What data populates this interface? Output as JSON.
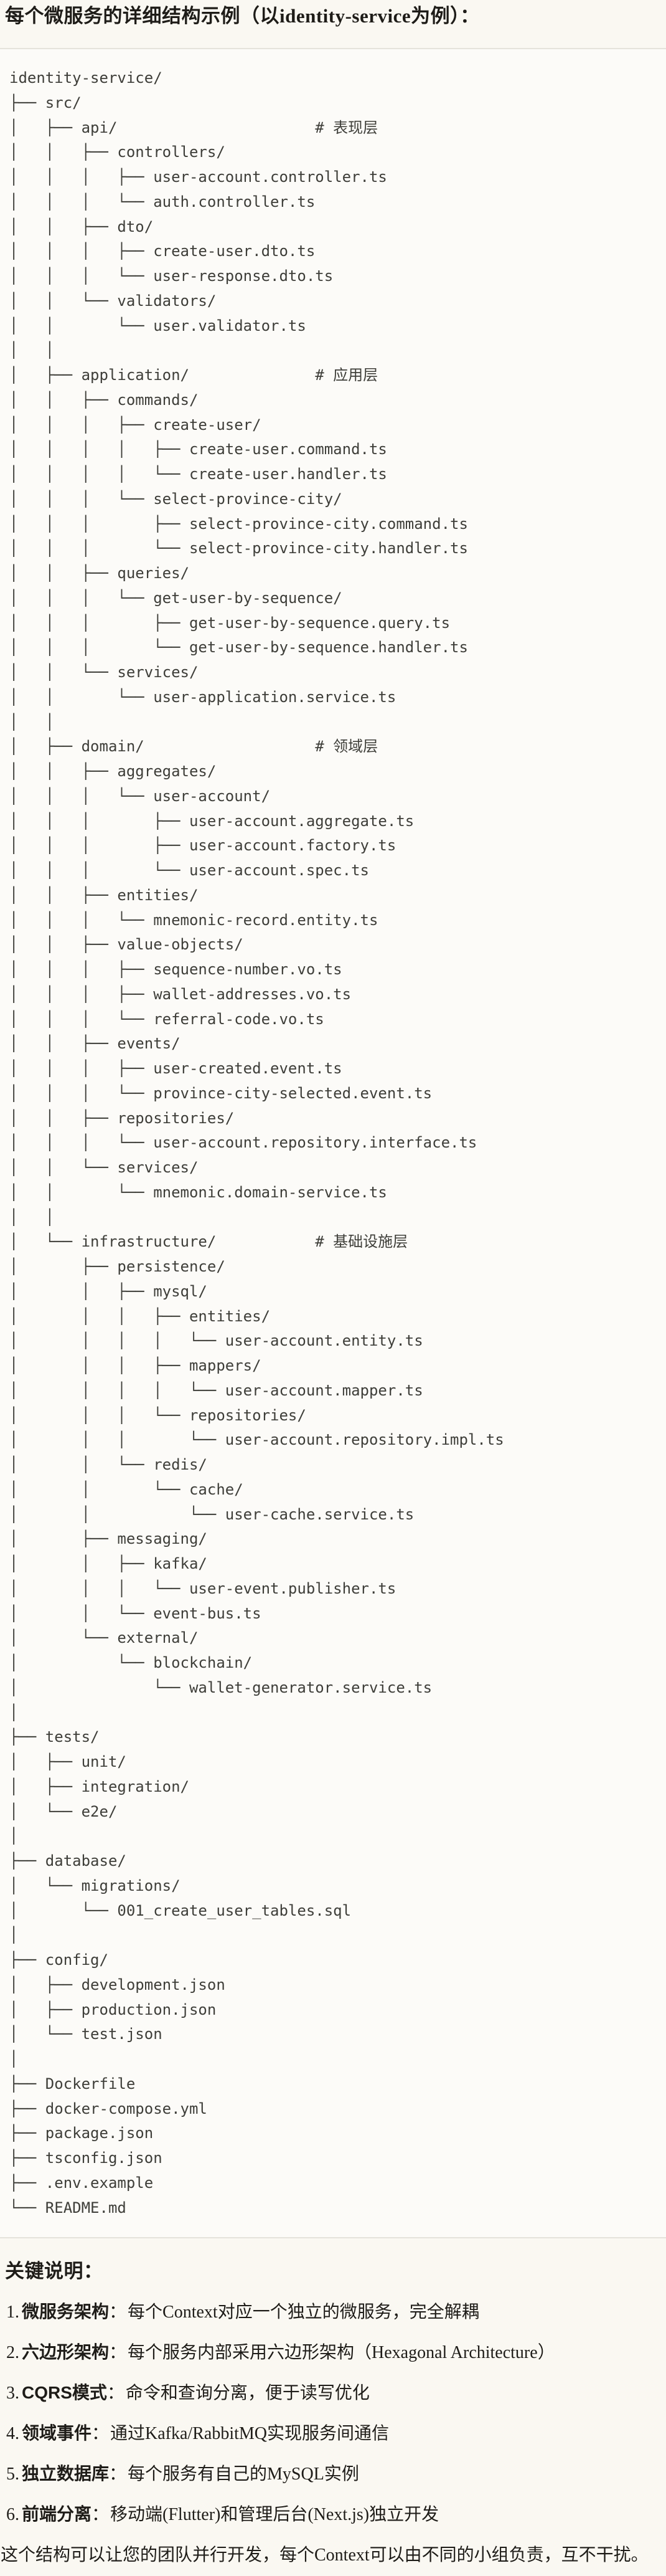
{
  "page": {
    "title": "每个微服务的详细结构示例（以identity-service为例）："
  },
  "code_block": {
    "language": "plaintext-directory-tree",
    "lines": [
      "identity-service/",
      "├── src/",
      "│   ├── api/                      # 表现层",
      "│   │   ├── controllers/",
      "│   │   │   ├── user-account.controller.ts",
      "│   │   │   └── auth.controller.ts",
      "│   │   ├── dto/",
      "│   │   │   ├── create-user.dto.ts",
      "│   │   │   └── user-response.dto.ts",
      "│   │   └── validators/",
      "│   │       └── user.validator.ts",
      "│   │",
      "│   ├── application/              # 应用层",
      "│   │   ├── commands/",
      "│   │   │   ├── create-user/",
      "│   │   │   │   ├── create-user.command.ts",
      "│   │   │   │   └── create-user.handler.ts",
      "│   │   │   └── select-province-city/",
      "│   │   │       ├── select-province-city.command.ts",
      "│   │   │       └── select-province-city.handler.ts",
      "│   │   ├── queries/",
      "│   │   │   └── get-user-by-sequence/",
      "│   │   │       ├── get-user-by-sequence.query.ts",
      "│   │   │       └── get-user-by-sequence.handler.ts",
      "│   │   └── services/",
      "│   │       └── user-application.service.ts",
      "│   │",
      "│   ├── domain/                   # 领域层",
      "│   │   ├── aggregates/",
      "│   │   │   └── user-account/",
      "│   │   │       ├── user-account.aggregate.ts",
      "│   │   │       ├── user-account.factory.ts",
      "│   │   │       └── user-account.spec.ts",
      "│   │   ├── entities/",
      "│   │   │   └── mnemonic-record.entity.ts",
      "│   │   ├── value-objects/",
      "│   │   │   ├── sequence-number.vo.ts",
      "│   │   │   ├── wallet-addresses.vo.ts",
      "│   │   │   └── referral-code.vo.ts",
      "│   │   ├── events/",
      "│   │   │   ├── user-created.event.ts",
      "│   │   │   └── province-city-selected.event.ts",
      "│   │   ├── repositories/",
      "│   │   │   └── user-account.repository.interface.ts",
      "│   │   └── services/",
      "│   │       └── mnemonic.domain-service.ts",
      "│   │",
      "│   └── infrastructure/           # 基础设施层",
      "│       ├── persistence/",
      "│       │   ├── mysql/",
      "│       │   │   ├── entities/",
      "│       │   │   │   └── user-account.entity.ts",
      "│       │   │   ├── mappers/",
      "│       │   │   │   └── user-account.mapper.ts",
      "│       │   │   └── repositories/",
      "│       │   │       └── user-account.repository.impl.ts",
      "│       │   └── redis/",
      "│       │       └── cache/",
      "│       │           └── user-cache.service.ts",
      "│       ├── messaging/",
      "│       │   ├── kafka/",
      "│       │   │   └── user-event.publisher.ts",
      "│       │   └── event-bus.ts",
      "│       └── external/",
      "│           └── blockchain/",
      "│               └── wallet-generator.service.ts",
      "│",
      "├── tests/",
      "│   ├── unit/",
      "│   ├── integration/",
      "│   └── e2e/",
      "│",
      "├── database/",
      "│   └── migrations/",
      "│       └── 001_create_user_tables.sql",
      "│",
      "├── config/",
      "│   ├── development.json",
      "│   ├── production.json",
      "│   └── test.json",
      "│",
      "├── Dockerfile",
      "├── docker-compose.yml",
      "├── package.json",
      "├── tsconfig.json",
      "├── .env.example",
      "└── README.md"
    ]
  },
  "notes": {
    "heading": "关键说明：",
    "separator": "：",
    "items": [
      {
        "num": "1.",
        "term": "微服务架构",
        "text": "每个Context对应一个独立的微服务，完全解耦"
      },
      {
        "num": "2.",
        "term": "六边形架构",
        "text": "每个服务内部采用六边形架构（Hexagonal Architecture）"
      },
      {
        "num": "3.",
        "term": "CQRS模式",
        "text": "命令和查询分离，便于读写优化"
      },
      {
        "num": "4.",
        "term": "领域事件",
        "text": "通过Kafka/RabbitMQ实现服务间通信"
      },
      {
        "num": "5.",
        "term": "独立数据库",
        "text": "每个服务有自己的MySQL实例"
      },
      {
        "num": "6.",
        "term": "前端分离",
        "text": "移动端(Flutter)和管理后台(Next.js)独立开发"
      }
    ],
    "footer": "这个结构可以让您的团队并行开发，每个Context可以由不同的小组负责，互不干扰。"
  },
  "colors": {
    "page_bg": "#FAF8F2",
    "code_bg": "#FCFBF8",
    "code_border": "#E5E3DB",
    "body_text": "#1E1C18",
    "tree_text": "#3E3E39"
  }
}
